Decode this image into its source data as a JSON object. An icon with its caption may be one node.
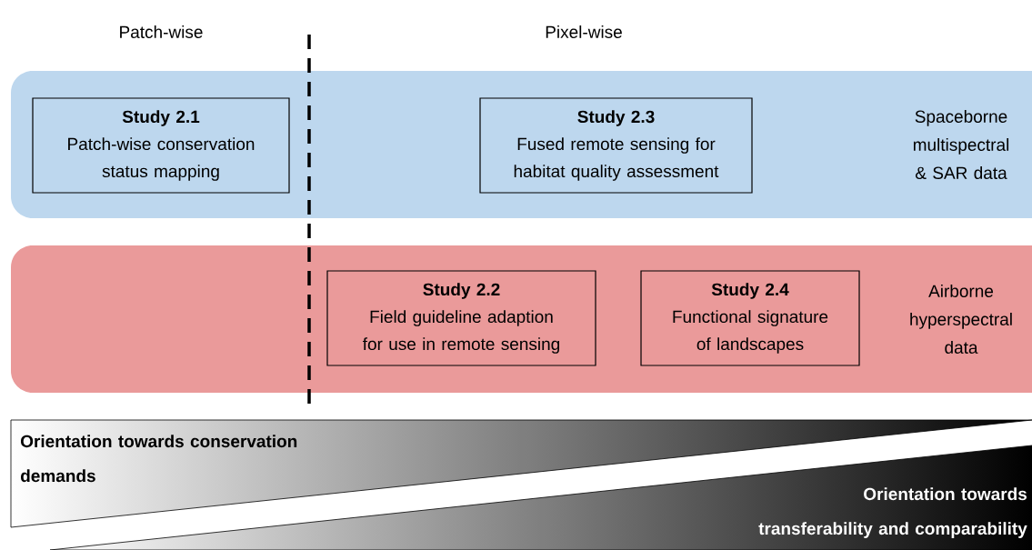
{
  "diagram": {
    "nodes": [
      {
        "text": [
          "Spaceborne multispectral & SAR data"
        ]
      },
      {
        "text": [
          "Study 2.1",
          "Patch-wise conservation status mapping"
        ],
        "in": 0
      },
      {
        "text": [
          "Study 2.3",
          "Fused remote sensing for habitat quality assessment"
        ],
        "in": 0
      },
      {
        "text": [
          "Airborne hyperspectral data"
        ]
      },
      {
        "text": [
          "Study 2.2",
          "Field guideline adaption for use in remote sensing"
        ],
        "in": 3
      },
      {
        "text": [
          "Study 2.4",
          "Functional signature of landscapes"
        ],
        "in": 3
      },
      {
        "text": [
          "Orientation towards conservation demands"
        ]
      },
      {
        "text": [
          "Orientation towards transferability and comparability"
        ]
      }
    ],
    "labels": [
      "Patch-wise",
      "Pixel-wise"
    ]
  }
}
